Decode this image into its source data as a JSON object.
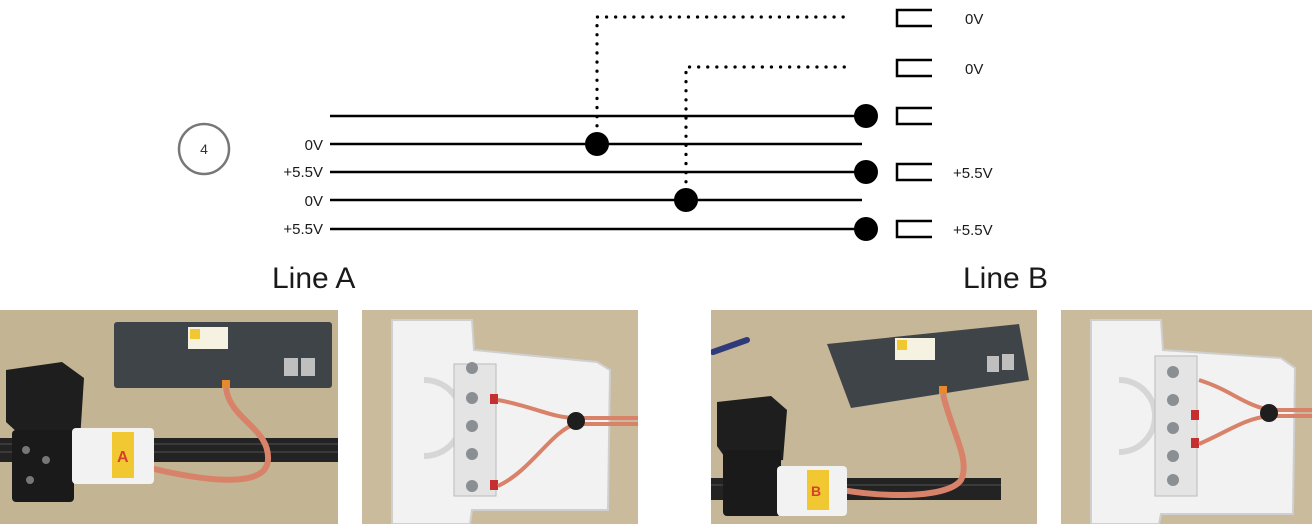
{
  "step": {
    "number": "4"
  },
  "left_labels": [
    "0V",
    "+5.5V",
    "0V",
    "+5.5V"
  ],
  "right_labels": [
    "0V",
    "0V",
    "",
    "+5.5V",
    "+5.5V"
  ],
  "sections": [
    {
      "title": "Line A"
    },
    {
      "title": "Line B"
    }
  ],
  "photos": [
    {
      "name": "line-a-module-photo",
      "module_badge": "A"
    },
    {
      "name": "line-a-connector-photo"
    },
    {
      "name": "line-b-module-photo",
      "module_badge": "B"
    },
    {
      "name": "line-b-connector-photo"
    }
  ],
  "colors": {
    "line": "#000000",
    "step_circle": "#777777",
    "board_bg": "#c3b594",
    "module_body": "#3f4448",
    "connector_white": "#f2f2f2",
    "cable_copper": "#d9826a",
    "badge_red": "#d6412b",
    "badge_yellow": "#f2c832"
  }
}
